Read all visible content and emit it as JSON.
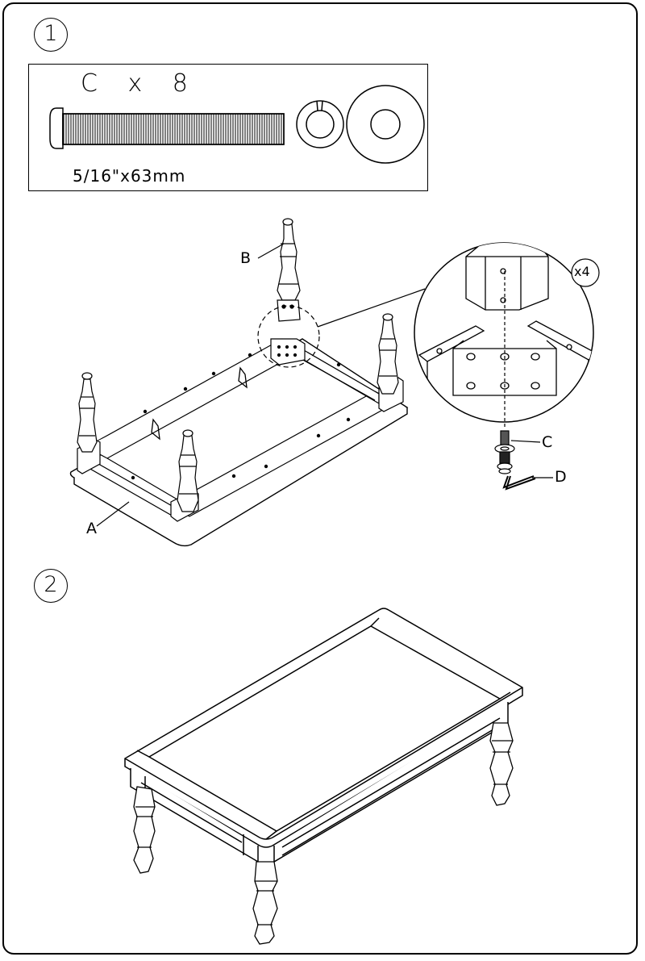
{
  "steps": {
    "step1_number": "1",
    "step2_number": "2"
  },
  "hardware": {
    "title": "C x 8",
    "spec": "5/16\"x63mm"
  },
  "callouts": {
    "a": "A",
    "b": "B",
    "c": "C",
    "d": "D",
    "quantity": "x4"
  }
}
